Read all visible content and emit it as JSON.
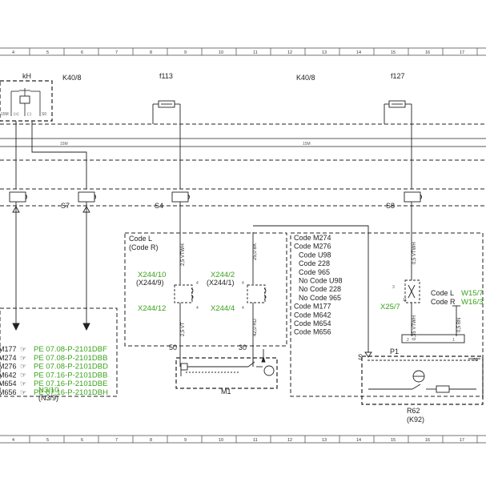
{
  "header": {
    "columns": [
      "4",
      "5",
      "6",
      "7",
      "8",
      "9",
      "10",
      "11",
      "12",
      "13",
      "14",
      "15",
      "16",
      "17"
    ]
  },
  "components": {
    "kh": "kH",
    "k40_left": "K40/8",
    "f113": "f113",
    "k40_right": "K40/8",
    "f127": "f127",
    "s7": "S7",
    "s4": "S4",
    "s8": "S8",
    "m1": "M1",
    "r62": "R62",
    "r62_alt": "(K92)",
    "p1": "P1",
    "s_small": "S"
  },
  "buses": {
    "left": "15M",
    "right": "15M"
  },
  "kh_pins": [
    "15M",
    "(+)",
    "(-)",
    "S0"
  ],
  "code_box_left": {
    "lines": [
      "Code L",
      "(Code R)"
    ]
  },
  "connectors": {
    "x244_10": "X244/10",
    "x244_9": "(X244/9)",
    "x244_12": "X244/12",
    "x244_2": "X244/2",
    "x244_1": "(X244/1)",
    "x244_4": "X244/4",
    "x25_7": "X25/7"
  },
  "wires": {
    "w1": "2,5 VTWH",
    "w2": "2,5 VT",
    "w3": "25,0 BK",
    "w4": "42,0 RD",
    "w5": "0,5 VTWH",
    "w6": "0,35 VTWH",
    "w7": "0,5 BN"
  },
  "code_list": [
    "Code M274",
    "Code M276",
    "Code U98",
    "Code 228",
    "Code 965",
    "No Code U98",
    "No Code 228",
    "No Code 965",
    "Code M177",
    "Code M642",
    "Code M654",
    "Code M656"
  ],
  "code_l_w15": {
    "code_l": "Code L",
    "code_r": "Code R",
    "w15": "W15/7",
    "w16": "W16/3"
  },
  "refs": [
    {
      "code": "M177",
      "ref": "PE 07.08-P-2101DBF"
    },
    {
      "code": "M274",
      "ref": "PE 07.08-P-2101DBB"
    },
    {
      "code": "M276",
      "ref": "PE 07.08-P-2101DBD"
    },
    {
      "code": "M642",
      "ref": "PE 07.16-P-2101DBB"
    },
    {
      "code": "M654",
      "ref": "PE 07.16-P-2101DBE"
    },
    {
      "code": "M656",
      "ref": "PE 07.16-P-2101DBH"
    }
  ],
  "n3": {
    "main": "N3/10",
    "alt": "(N3/9)"
  },
  "terminals": {
    "t50": "50",
    "t30a": "30",
    "t30b": "30"
  },
  "pin_numbers": {
    "p3": "3",
    "p4a": "4",
    "p4b": "4",
    "p4c": "4",
    "p4d": "4",
    "p1": "1",
    "p2": "2",
    "p11": "11"
  },
  "colors": {
    "line": "#1a1a1a",
    "green": "#3aa31a",
    "dash": "#222222"
  }
}
